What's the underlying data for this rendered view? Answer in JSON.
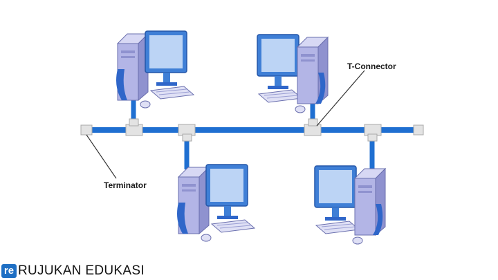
{
  "diagram": {
    "title": "",
    "labels": {
      "t_connector": "T-Connector",
      "terminator": "Terminator"
    },
    "colors": {
      "cable": "#1f6fd1",
      "connector": "#e3e3e3",
      "tower": "#b3b5e6",
      "tower_accent": "#2f66c9",
      "monitor_frame": "#3f7fd6",
      "monitor_screen": "#bcd4f5"
    },
    "nodes": [
      {
        "id": "computer-top-left",
        "icon": "desktop-computer-icon"
      },
      {
        "id": "computer-top-right",
        "icon": "desktop-computer-icon"
      },
      {
        "id": "computer-bottom-left",
        "icon": "desktop-computer-icon"
      },
      {
        "id": "computer-bottom-right",
        "icon": "desktop-computer-icon"
      }
    ]
  },
  "watermark": {
    "logo": "re",
    "text": "RUJUKAN EDUKASI"
  }
}
